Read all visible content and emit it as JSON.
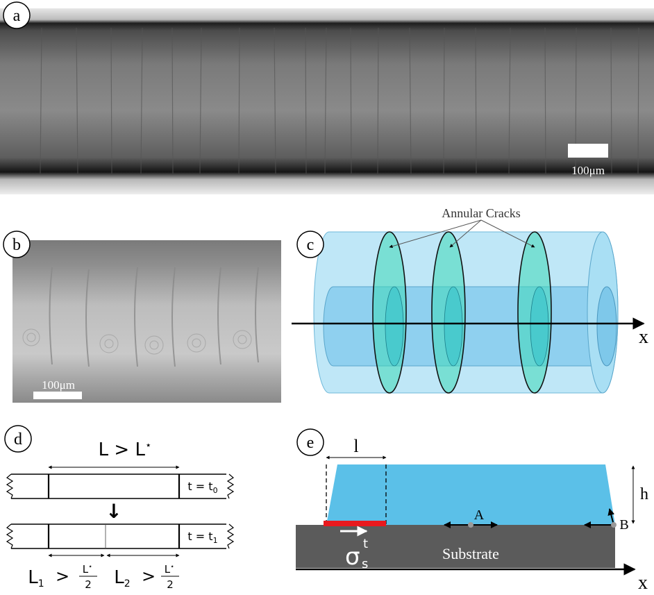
{
  "panels": {
    "a": {
      "label": "a",
      "scale_bar": "100μm"
    },
    "b": {
      "label": "b",
      "scale_bar": "100μm"
    },
    "c": {
      "label": "c",
      "annotation": "Annular Cracks",
      "axis": "x"
    },
    "d": {
      "label": "d",
      "top_condition": {
        "L": "L",
        "gt": ">",
        "Lstar": "L",
        "star": "⋆"
      },
      "t0": {
        "t": "t",
        "eq": "=",
        "base": "t",
        "sub": "0"
      },
      "t1": {
        "t": "t",
        "eq": "=",
        "base": "t",
        "sub": "1"
      },
      "arrow": "↓",
      "L1": {
        "L": "L",
        "sub": "1",
        "gt": ">",
        "num": "L",
        "star": "⋆",
        "den": "2"
      },
      "L2": {
        "L": "L",
        "sub": "2",
        "gt": ">",
        "num": "L",
        "star": "⋆",
        "den": "2"
      }
    },
    "e": {
      "label": "e",
      "length": "l",
      "height": "h",
      "point_a": "A",
      "point_b": "B",
      "stress": {
        "sigma": "σ",
        "sub": "s",
        "sup": "t"
      },
      "substrate": "Substrate",
      "axis": "x"
    }
  },
  "colors": {
    "film_blue": "#5bc0e8",
    "cylinder_blue": "#8fd4f2",
    "crack_green": "#3fd8b8",
    "substrate_grey": "#5b5b5b",
    "stress_red": "#e8191e"
  }
}
